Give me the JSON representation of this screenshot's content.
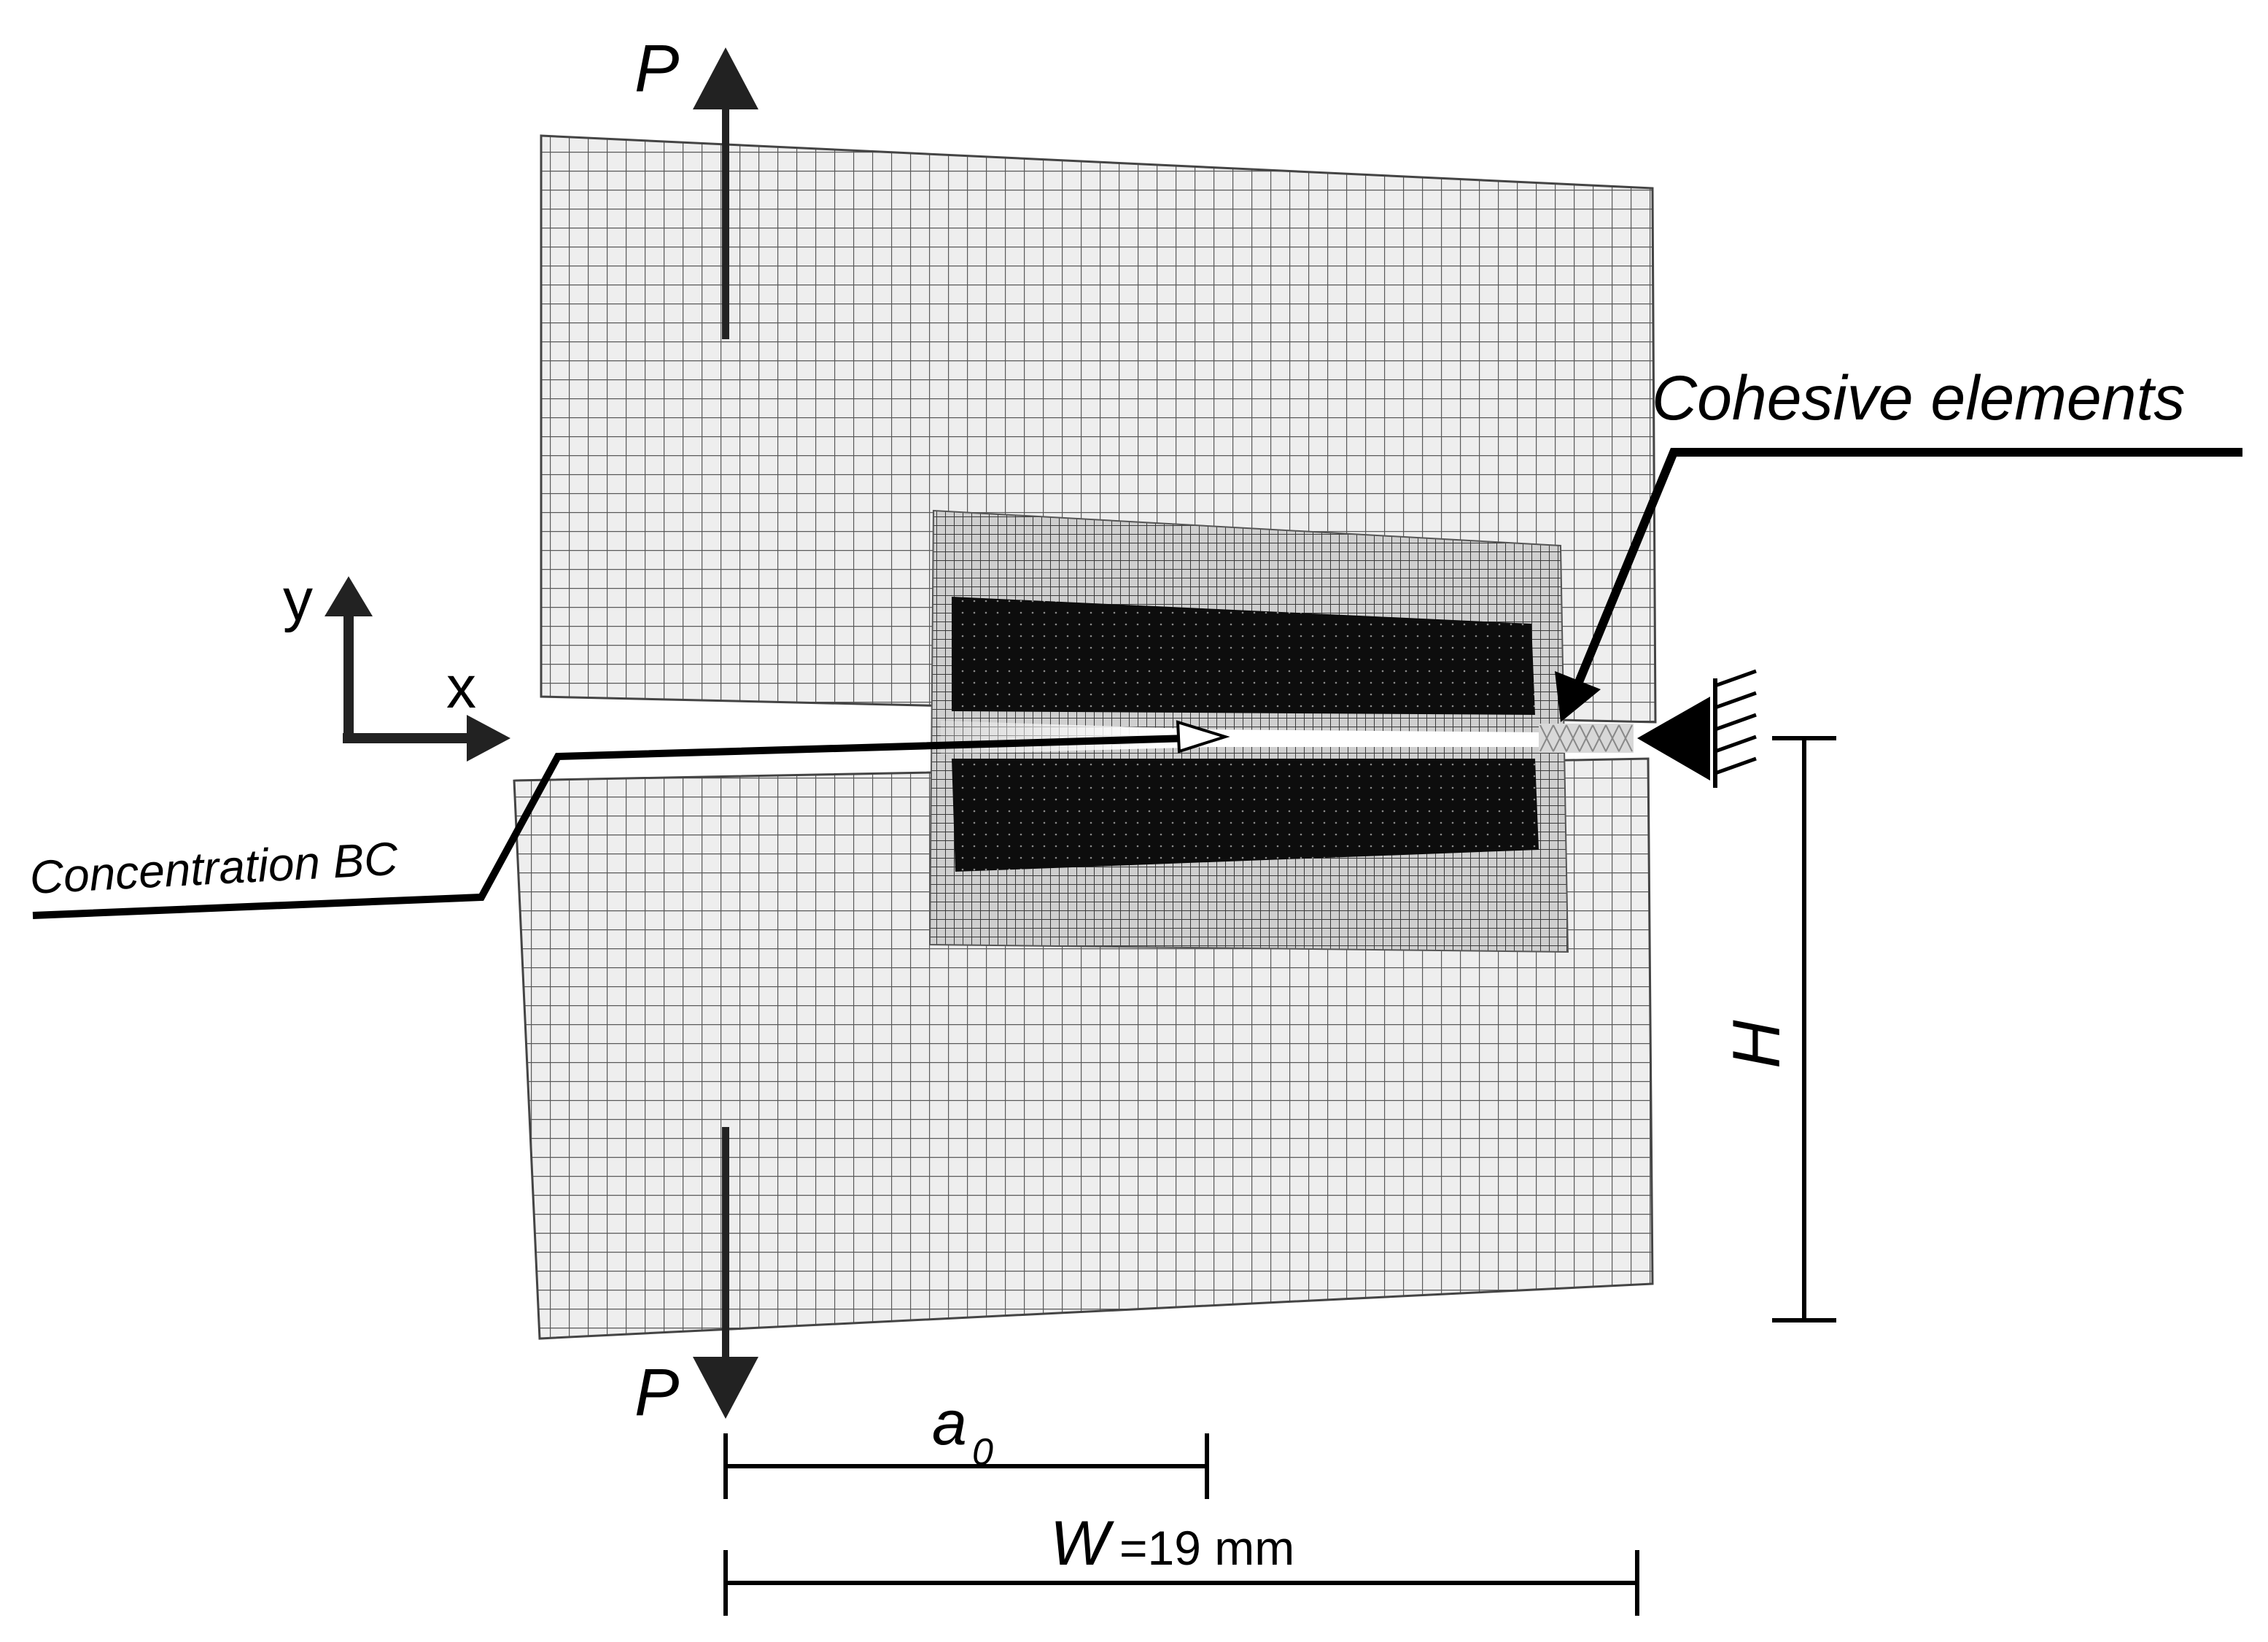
{
  "labels": {
    "load_top": "P",
    "load_bottom": "P",
    "axis_y": "y",
    "axis_x": "x",
    "cohesive": "Cohesive elements",
    "concentration": "Concentration BC",
    "height_symbol": "H",
    "crack_length_symbol": "a",
    "crack_length_subscript": "0",
    "width_symbol": "W",
    "width_value": "=19 mm"
  },
  "colors": {
    "mesh_line": "#5a5a5a",
    "mesh_background": "#eeeeee",
    "dense_region": "#0d0d0d",
    "crack": "#ffffff",
    "arrow": "#222222",
    "leader": "#000000"
  },
  "icons": {
    "support": "fixed-support-triangle-icon",
    "load_arrows": "force-arrow-icon"
  }
}
